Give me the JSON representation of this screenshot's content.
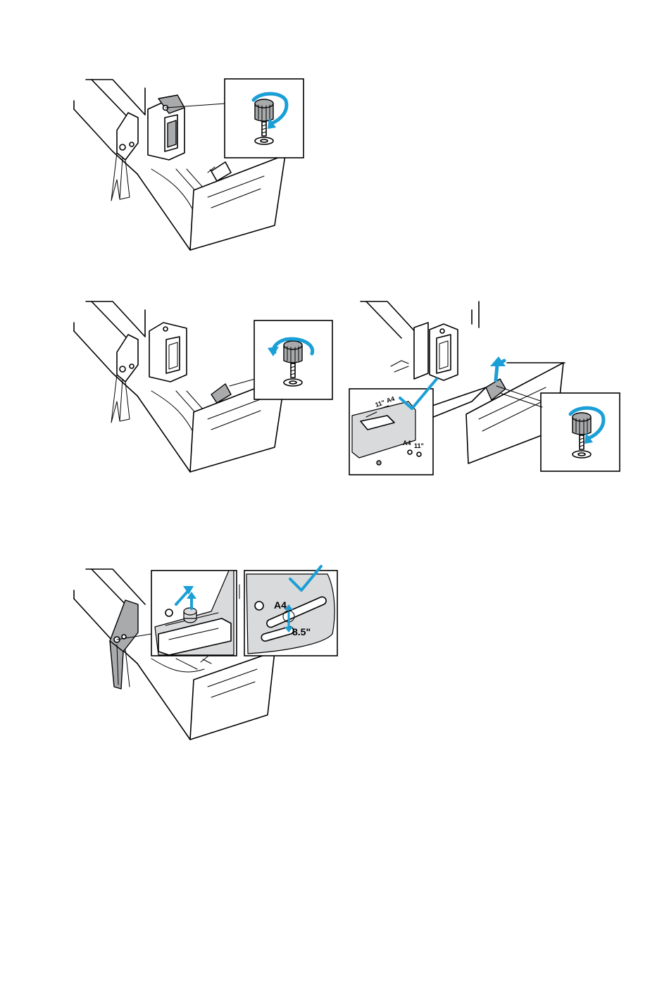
{
  "page": {
    "background": "#ffffff"
  },
  "colors": {
    "accent": "#1a9fd6",
    "gray": "#a9aaac",
    "light_gray": "#d9dadb",
    "line": "#000000"
  },
  "figures": [
    {
      "id": "figure-1",
      "icons": [
        "paper-tray-icon",
        "thumbscrew-icon",
        "rotate-clockwise-arrow-icon"
      ]
    },
    {
      "id": "figure-2a",
      "icons": [
        "paper-tray-icon",
        "thumbscrew-icon",
        "rotate-counterclockwise-arrow-icon"
      ]
    },
    {
      "id": "figure-2b",
      "icons": [
        "paper-tray-icon",
        "thumbscrew-icon",
        "rotate-clockwise-arrow-icon",
        "checkmark-icon",
        "lift-arrow-icon"
      ],
      "labels": {
        "a4": "A4",
        "eleven_in": "11\""
      }
    },
    {
      "id": "figure-3",
      "icons": [
        "paper-tray-icon",
        "pull-up-arrow-icon",
        "checkmark-icon"
      ],
      "labels": {
        "a4": "A4",
        "eight_five_in": "8.5\""
      }
    }
  ]
}
